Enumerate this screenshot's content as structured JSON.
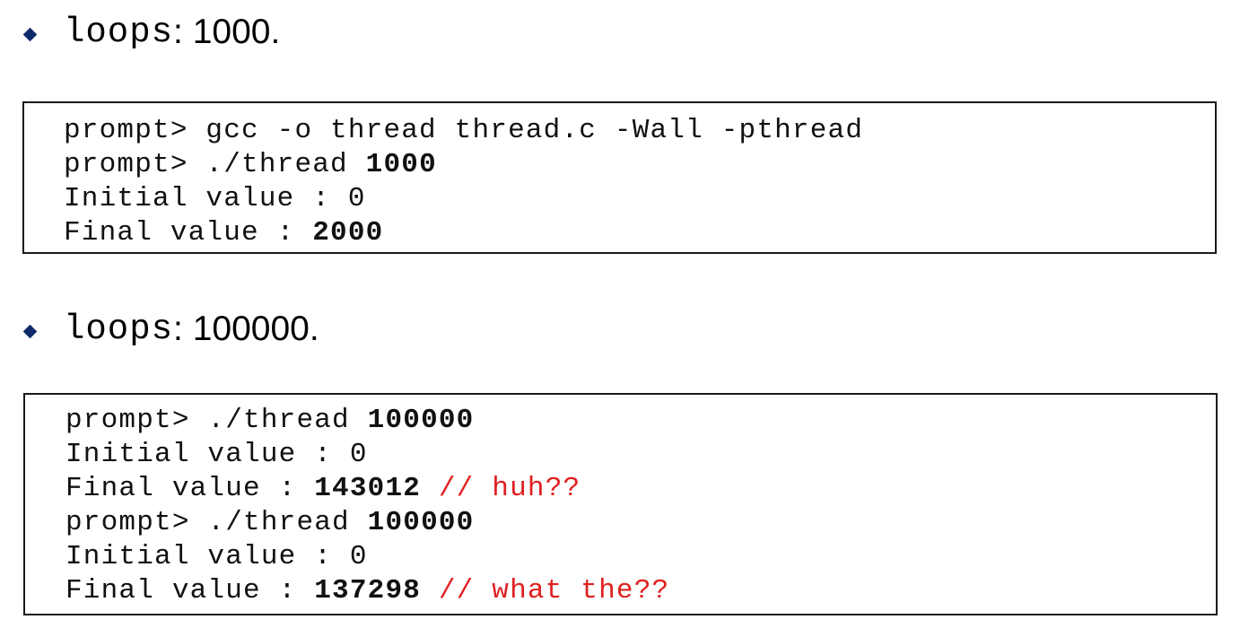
{
  "bullets": [
    {
      "keyword": "loops",
      "value": ": 1000."
    },
    {
      "keyword": "loops",
      "value": ": 100000."
    }
  ],
  "box1": {
    "lines": [
      {
        "text": "prompt> gcc -o thread thread.c -Wall -pthread",
        "bold": ""
      },
      {
        "text": "prompt> ./thread ",
        "bold": "1000"
      },
      {
        "text": "Initial value : 0",
        "bold": ""
      },
      {
        "text": "Final value : ",
        "bold": "2000"
      }
    ]
  },
  "box2": {
    "lines": [
      {
        "text": "prompt> ./thread ",
        "bold": "100000",
        "comment": ""
      },
      {
        "text": "Initial value : 0",
        "bold": "",
        "comment": ""
      },
      {
        "text": "Final value : ",
        "bold": "143012",
        "comment": " // huh??"
      },
      {
        "text": "prompt> ./thread ",
        "bold": "100000",
        "comment": ""
      },
      {
        "text": "Initial value : 0",
        "bold": "",
        "comment": ""
      },
      {
        "text": "Final value : ",
        "bold": "137298",
        "comment": " // what the??"
      }
    ]
  },
  "colors": {
    "bullet": "#0f2a6b",
    "comment": "#e02020"
  }
}
